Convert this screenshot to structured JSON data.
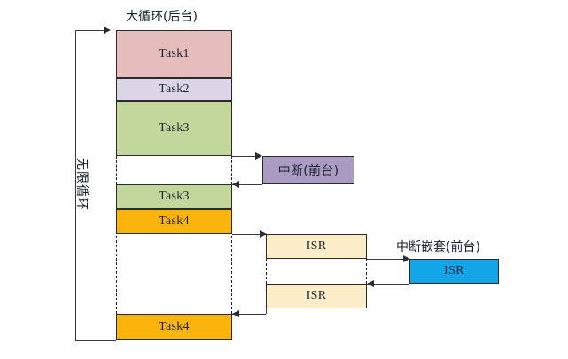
{
  "diagram": {
    "type": "timeline-sequence",
    "title_background": "大循环(后台)",
    "loop_label": "无限循环",
    "foreground_label": "中断(前台)",
    "nested_label": "中断嵌套(前台)",
    "colors": {
      "task1": "#e5bdba",
      "task2": "#dcd5e8",
      "task3": "#c3d69b",
      "task4": "#fbb40b",
      "isr": "#fdecc8",
      "interrupt": "#a99bc1",
      "nested_isr": "#12a6e8",
      "stroke": "#2b2b2b",
      "text": "#15202e"
    },
    "background_column": {
      "blocks": [
        {
          "label": "Task1",
          "color_key": "task1"
        },
        {
          "label": "Task2",
          "color_key": "task2"
        },
        {
          "label": "Task3",
          "color_key": "task3"
        },
        {
          "label": "",
          "color_key": "gap"
        },
        {
          "label": "Task3",
          "color_key": "task3"
        },
        {
          "label": "Task4",
          "color_key": "task4"
        },
        {
          "label": "",
          "color_key": "gap"
        },
        {
          "label": "Task4",
          "color_key": "task4"
        }
      ]
    },
    "foreground_blocks": [
      {
        "label": "中断(前台)",
        "color_key": "interrupt"
      },
      {
        "label": "ISR",
        "color_key": "isr"
      },
      {
        "label": "ISR",
        "color_key": "isr"
      }
    ],
    "nested_blocks": [
      {
        "label": "ISR",
        "color_key": "nested_isr"
      }
    ],
    "block_labels": {
      "task1": "Task1",
      "task2": "Task2",
      "task3_a": "Task3",
      "task3_b": "Task3",
      "task4_a": "Task4",
      "task4_b": "Task4",
      "isr_top": "ISR",
      "isr_bottom": "ISR",
      "isr_nested": "ISR",
      "interrupt": "中断(前台)"
    }
  }
}
